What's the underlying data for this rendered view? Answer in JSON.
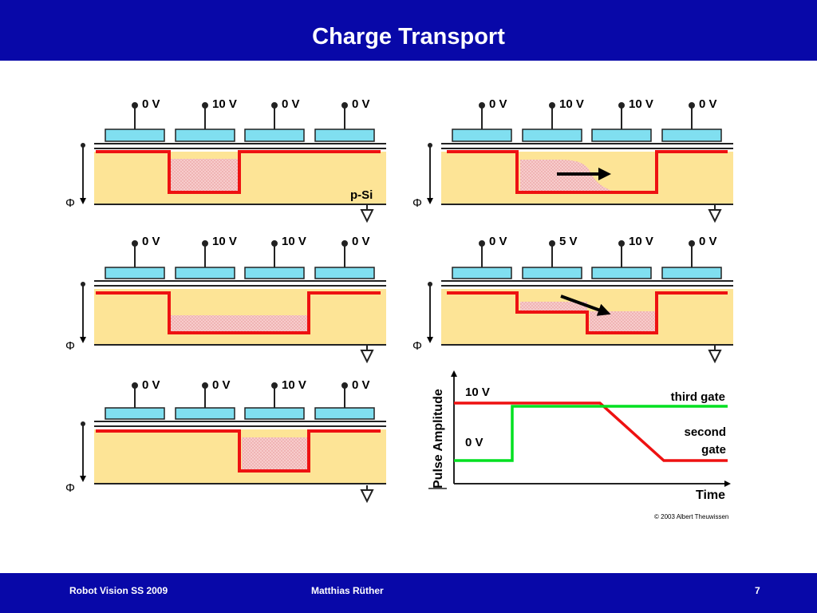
{
  "slide": {
    "title": "Charge Transport",
    "footer_left": "Robot Vision SS 2009",
    "footer_center": "Matthias Rüther",
    "page_number": "7"
  },
  "colors": {
    "header_bar": "#0808a8",
    "silicon": "#fde496",
    "gate_electrode": "#80dff0",
    "potential_line": "#ee1111",
    "charge_fill": "#f5c0c0",
    "green_pulse": "#00e020"
  },
  "diagram": {
    "phi_label": "Φ",
    "substrate_label": "p-Si",
    "copyright": "© 2003 Albert Theuwissen",
    "panels": [
      {
        "id": "a",
        "voltages": [
          "0 V",
          "10 V",
          "0 V",
          "0 V"
        ]
      },
      {
        "id": "b",
        "voltages": [
          "0 V",
          "10 V",
          "10 V",
          "0 V"
        ]
      },
      {
        "id": "c",
        "voltages": [
          "0 V",
          "0 V",
          "10 V",
          "0 V"
        ]
      },
      {
        "id": "d",
        "voltages": [
          "0 V",
          "10 V",
          "10 V",
          "0 V"
        ]
      },
      {
        "id": "e",
        "voltages": [
          "0 V",
          "5 V",
          "10 V",
          "0 V"
        ]
      }
    ]
  },
  "timing": {
    "ylabel": "Pulse Amplitude",
    "xlabel": "Time",
    "high_label": "10 V",
    "low_label": "0 V",
    "third_gate_label": "third gate",
    "second_gate_label_1": "second",
    "second_gate_label_2": "gate"
  }
}
